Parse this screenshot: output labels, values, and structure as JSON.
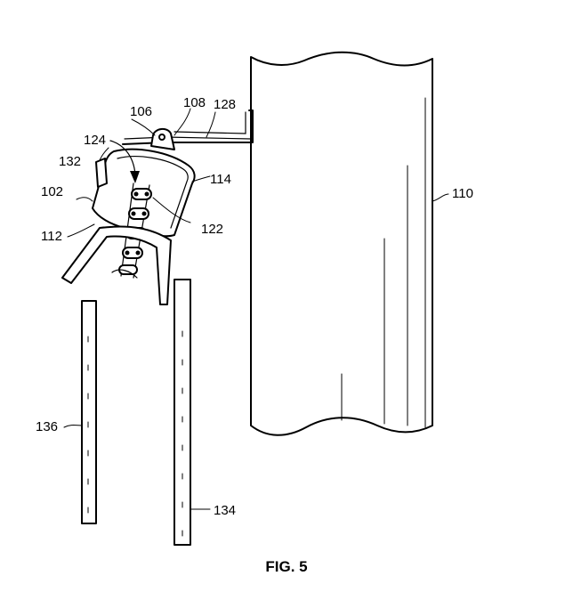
{
  "figure": {
    "caption": "FIG. 5",
    "labels": {
      "l102": "102",
      "l106": "106",
      "l108": "108",
      "l110": "110",
      "l112": "112",
      "l114": "114",
      "l122": "122",
      "l124": "124",
      "l128": "128",
      "l132": "132",
      "l134": "134",
      "l136": "136"
    }
  }
}
